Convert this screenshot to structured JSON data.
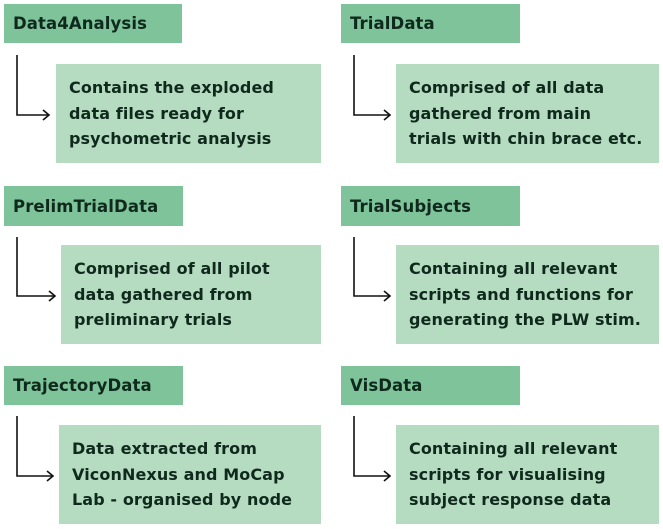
{
  "colors": {
    "header_fill": "#7fc39a",
    "description_fill": "#b5dcc1",
    "text": "#0f2a1c",
    "connector": "#111111"
  },
  "nodes": [
    {
      "title": "Data4Analysis",
      "description": "Contains the exploded\ndata files ready for\npsychometric analysis"
    },
    {
      "title": "PrelimTrialData",
      "description": "Comprised of all pilot\ndata gathered from\npreliminary trials"
    },
    {
      "title": "TrajectoryData",
      "description": "Data extracted from\nViconNexus and MoCap\nLab - organised by node"
    },
    {
      "title": "TrialData",
      "description": "Comprised of all data\ngathered from main\ntrials with chin brace etc."
    },
    {
      "title": "TrialSubjects",
      "description": "Containing all relevant\nscripts and functions for\ngenerating the PLW stim."
    },
    {
      "title": "VisData",
      "description": "Containing all relevant\nscripts for visualising\nsubject response data"
    }
  ]
}
